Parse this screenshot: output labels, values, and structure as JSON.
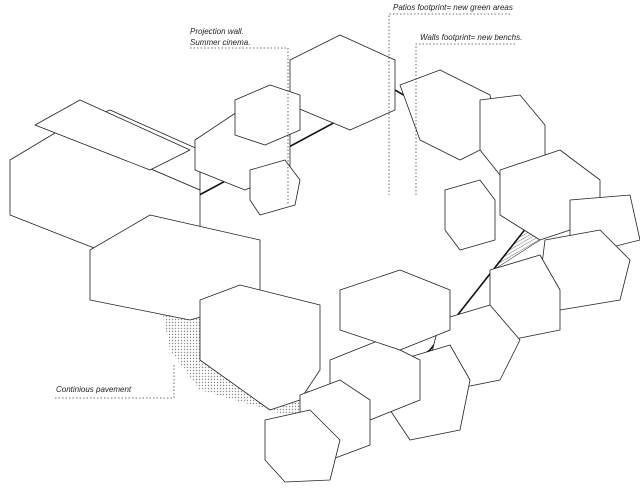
{
  "annotations": {
    "projection_wall": [
      "Projection wall.",
      "Summer cinema."
    ],
    "patios": "Patios footprint= new green areas",
    "walls": "Walls footprint= new benchs.",
    "pavement": "Continious pavement"
  }
}
